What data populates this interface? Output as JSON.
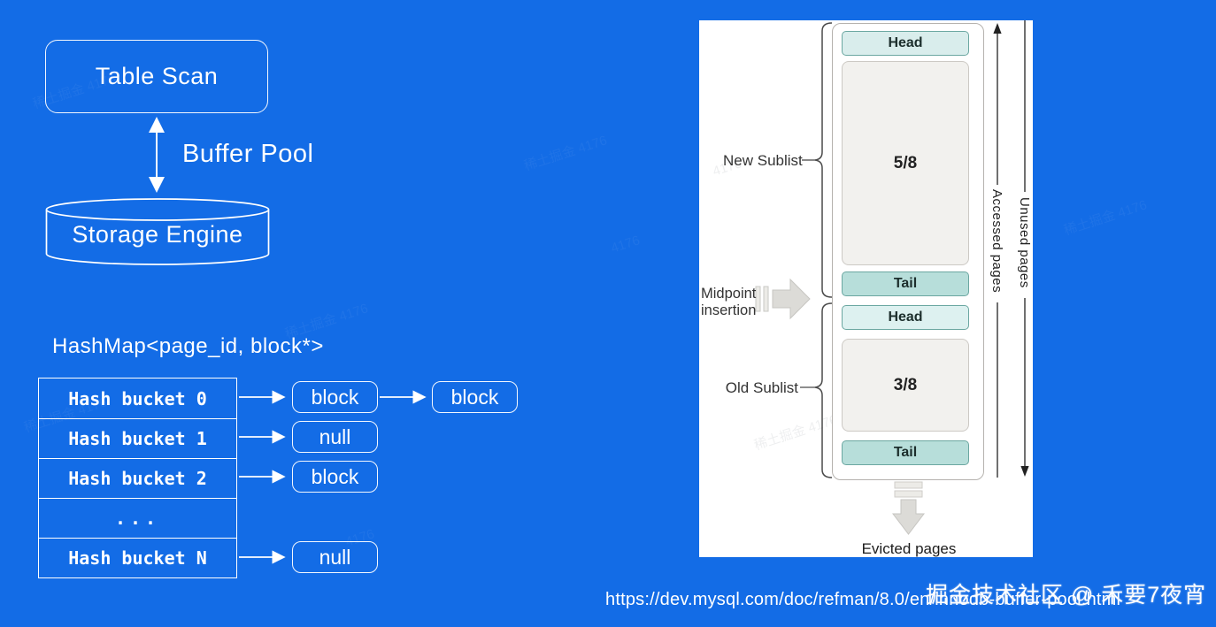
{
  "colors": {
    "background": "#136CE6",
    "diagram_stroke": "#FFFFFF",
    "panel_background": "#FFFFFF",
    "head_fill_new": "#D9EDEC",
    "head_fill_old": "#DDF1F0",
    "tail_fill": "#B7DEDA",
    "teal_border": "#6BA7A1",
    "fraction_box_fill": "#F2F1EE",
    "fraction_box_border": "#CCC9C4",
    "bracket_stroke": "#4A4A4A",
    "block_arrow_fill": "#DCDBD7",
    "label_dark": "#2B2B2B"
  },
  "left_diagram": {
    "table_scan_label": "Table Scan",
    "buffer_pool_label": "Buffer Pool",
    "storage_engine_label": "Storage Engine",
    "hashmap_title": "HashMap<page_id, block*>",
    "hash_table_rows": [
      "Hash bucket 0",
      "Hash bucket 1",
      "Hash bucket 2",
      "...",
      "Hash bucket N"
    ],
    "pointer_nodes": {
      "bucket0_target": "block",
      "bucket0_next": "block",
      "bucket1_target": "null",
      "bucket2_target": "block",
      "bucketN_target": "null"
    }
  },
  "buffer_pool_diagram": {
    "new_sublist": {
      "label": "New Sublist",
      "head": "Head",
      "fraction": "5/8",
      "tail": "Tail"
    },
    "old_sublist": {
      "label": "Old Sublist",
      "head": "Head",
      "fraction": "3/8",
      "tail": "Tail"
    },
    "midpoint_label_line1": "Midpoint",
    "midpoint_label_line2": "insertion",
    "accessed_pages_label": "Accessed pages",
    "unused_pages_label": "Unused pages",
    "evicted_pages_label": "Evicted pages"
  },
  "footer": {
    "url": "https://dev.mysql.com/doc/refman/8.0/en/innodb-buffer-pool.html",
    "watermark": "掘金技术社区 @ 禾要7夜宵"
  },
  "watermark_fragments": {
    "short": "4176",
    "long": "稀土掘金 4176"
  }
}
